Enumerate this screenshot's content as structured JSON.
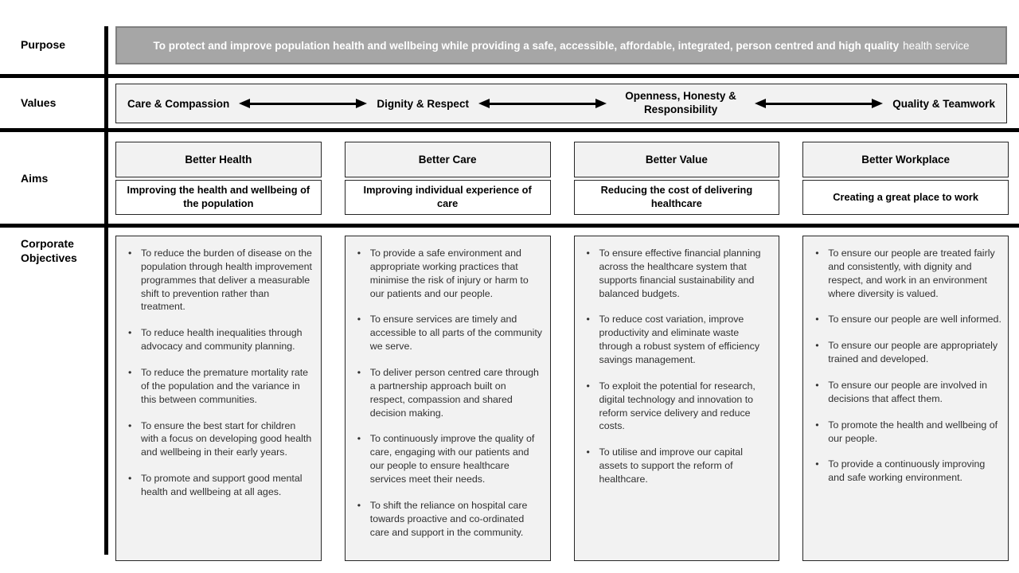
{
  "row_labels": {
    "purpose": "Purpose",
    "values": "Values",
    "aims": "Aims",
    "corporate_objectives": "Corporate Objectives"
  },
  "purpose_statement": {
    "bold": "To protect and improve population health and wellbeing while providing a safe, accessible, affordable, integrated, person centred and high quality",
    "regular": "health service"
  },
  "values": [
    "Care & Compassion",
    "Dignity & Respect",
    "Openness, Honesty & Responsibility",
    "Quality & Teamwork"
  ],
  "columns": [
    {
      "aim_title": "Better Health",
      "aim_description": "Improving the health and wellbeing of the population",
      "objectives": [
        "To reduce the burden of disease on the population through health improvement programmes that deliver a measurable shift to prevention rather than treatment.",
        "To reduce health inequalities through advocacy and community planning.",
        "To reduce the premature mortality rate of the population and the variance in this between communities.",
        "To ensure the best start for children with a focus on developing good health and wellbeing in their early years.",
        "To promote and support good mental health and wellbeing at all ages."
      ]
    },
    {
      "aim_title": "Better Care",
      "aim_description": "Improving individual experience of care",
      "objectives": [
        "To provide a safe environment and appropriate working practices that minimise the risk of injury or harm to our patients and our people.",
        "To ensure services are timely and accessible to all parts of the community we serve.",
        "To deliver person centred care through a partnership approach built on respect, compassion and shared decision making.",
        "To continuously improve the quality of care, engaging with our patients and our people to ensure healthcare services meet their needs.",
        "To shift the reliance on hospital care towards proactive and co-ordinated care and support in the community."
      ]
    },
    {
      "aim_title": "Better Value",
      "aim_description": "Reducing the cost of delivering healthcare",
      "objectives": [
        "To ensure effective financial planning across the healthcare system that supports financial sustainability and balanced budgets.",
        "To reduce cost variation, improve productivity and eliminate waste through a robust system of efficiency savings management.",
        "To exploit the potential for research, digital technology and innovation to reform service delivery and reduce costs.",
        "To utilise and improve our capital assets to support the reform of healthcare."
      ]
    },
    {
      "aim_title": "Better Workplace",
      "aim_description": "Creating a great place to work",
      "objectives": [
        "To ensure our people are treated fairly and consistently, with dignity and respect, and work in an environment where diversity is valued.",
        "To ensure our people are well informed.",
        "To ensure our people are appropriately trained and developed.",
        "To ensure our people are involved in decisions that affect them.",
        "To promote the health and wellbeing of our people.",
        "To provide a continuously improving and safe working environment."
      ]
    }
  ],
  "colors": {
    "purpose_fill": "#a6a6a6",
    "purpose_border": "#7f7f7f",
    "purpose_text": "#ffffff",
    "panel_fill": "#f2f2f2",
    "panel_border": "#262626",
    "divider_line": "#000000",
    "body_text": "#303030"
  }
}
